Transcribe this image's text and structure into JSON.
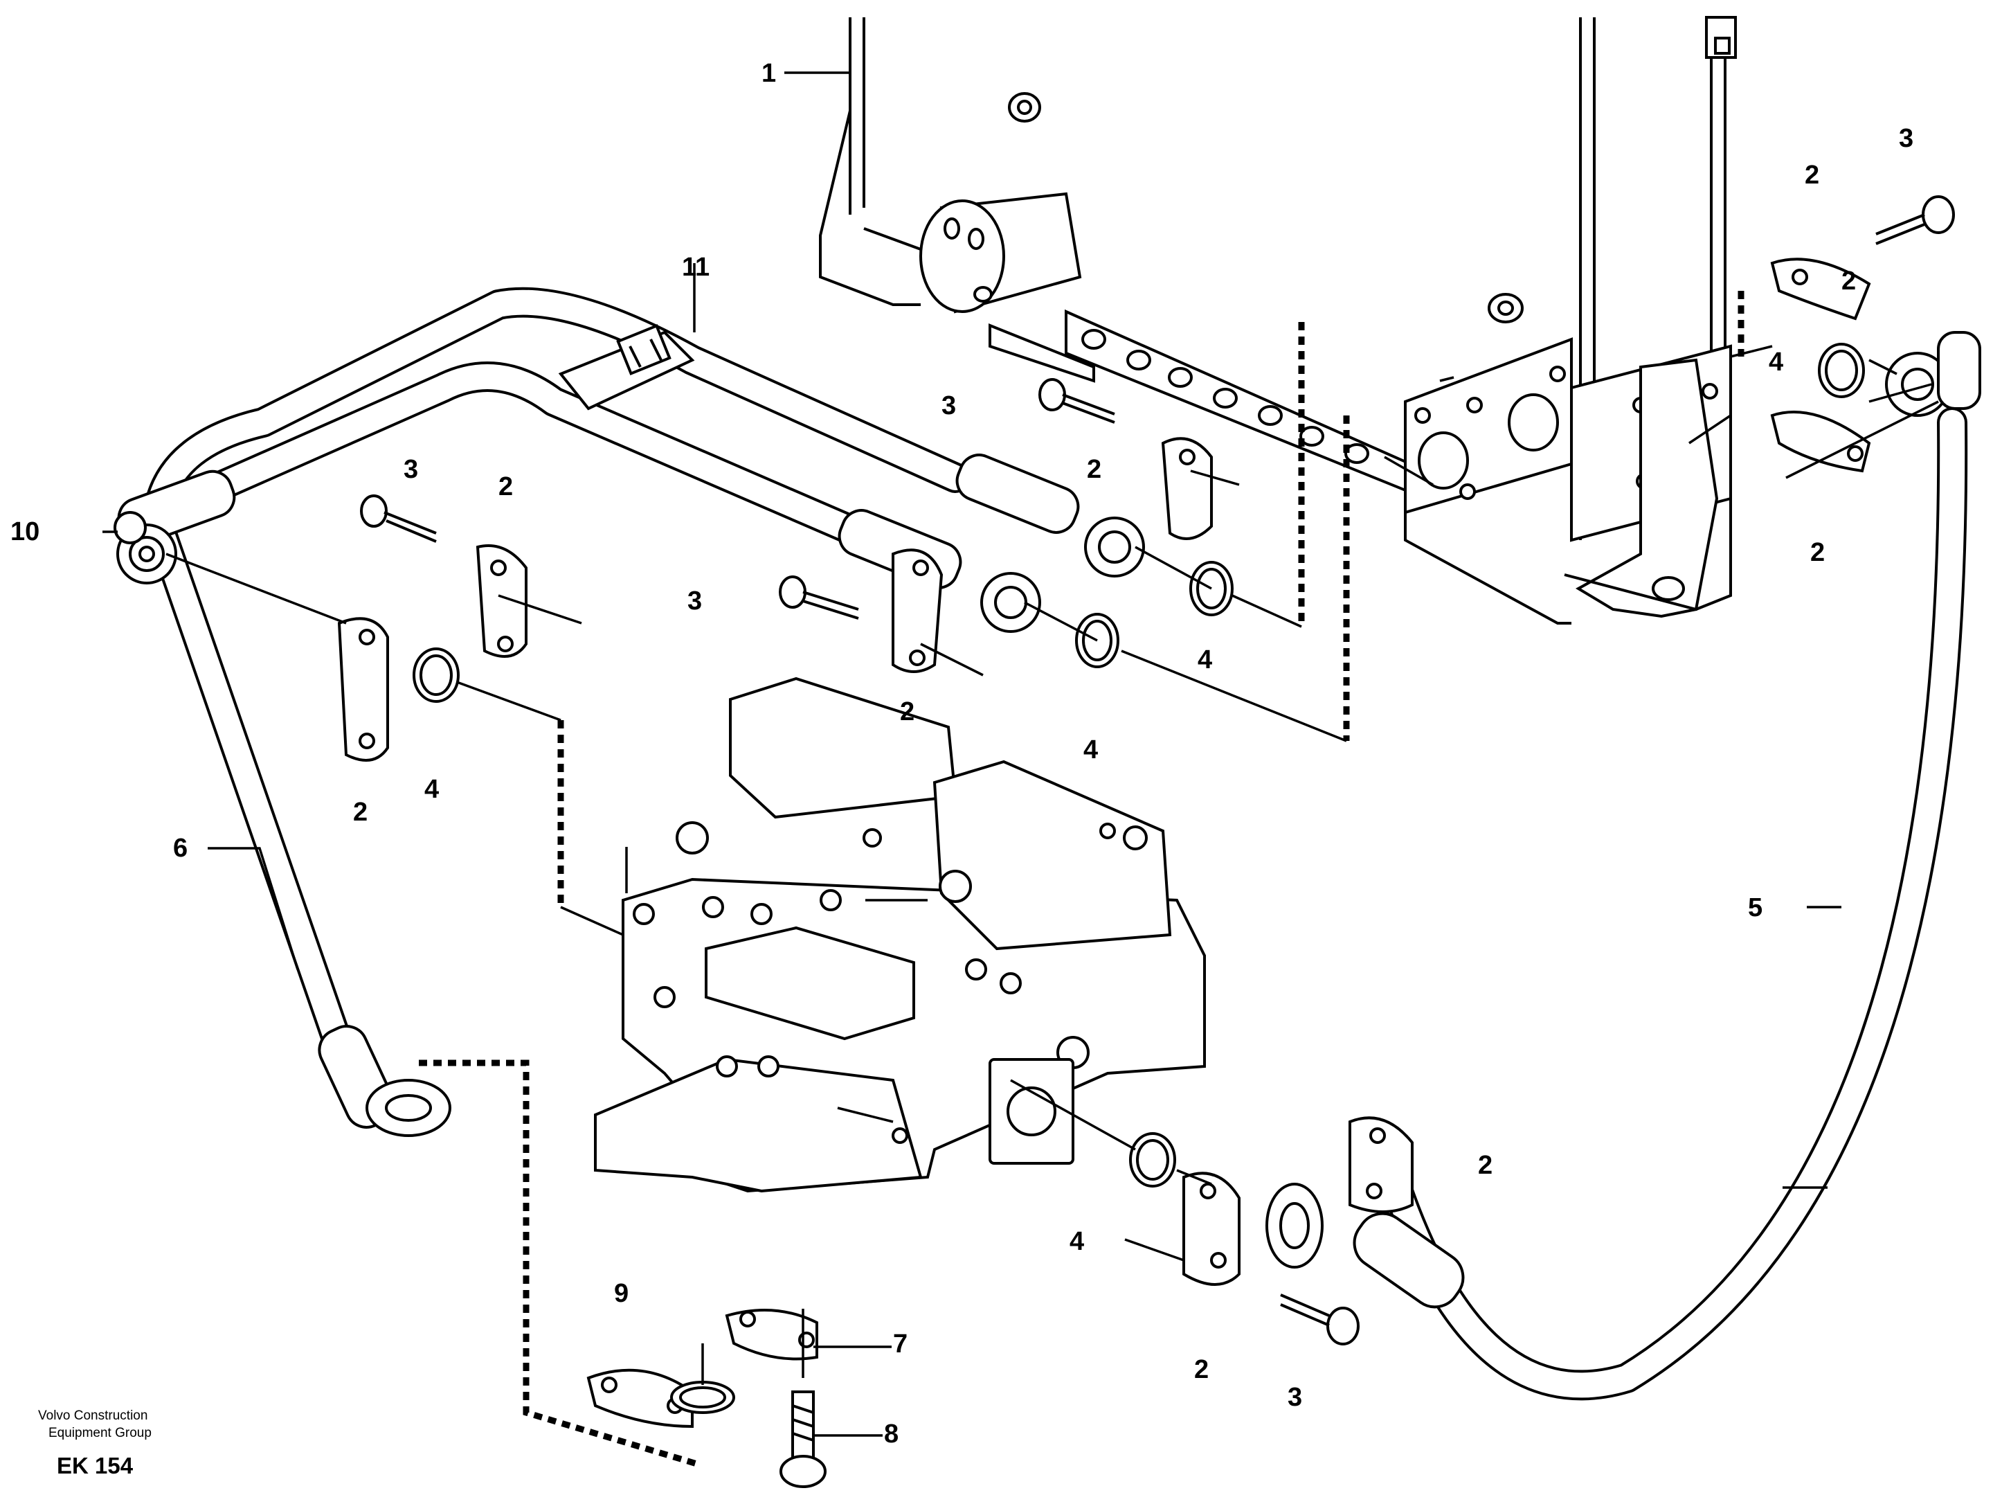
{
  "callouts": [
    {
      "id": "c1",
      "text": "1"
    },
    {
      "id": "c2a",
      "text": "2"
    },
    {
      "id": "c2b",
      "text": "2"
    },
    {
      "id": "c2c",
      "text": "2"
    },
    {
      "id": "c2d",
      "text": "2"
    },
    {
      "id": "c2e",
      "text": "2"
    },
    {
      "id": "c2f",
      "text": "2"
    },
    {
      "id": "c2g",
      "text": "2"
    },
    {
      "id": "c2h",
      "text": "2"
    },
    {
      "id": "c2i",
      "text": "2"
    },
    {
      "id": "c3a",
      "text": "3"
    },
    {
      "id": "c3b",
      "text": "3"
    },
    {
      "id": "c3c",
      "text": "3"
    },
    {
      "id": "c3d",
      "text": "3"
    },
    {
      "id": "c3e",
      "text": "3"
    },
    {
      "id": "c4a",
      "text": "4"
    },
    {
      "id": "c4b",
      "text": "4"
    },
    {
      "id": "c4c",
      "text": "4"
    },
    {
      "id": "c4d",
      "text": "4"
    },
    {
      "id": "c4e",
      "text": "4"
    },
    {
      "id": "c5",
      "text": "5"
    },
    {
      "id": "c6",
      "text": "6"
    },
    {
      "id": "c7",
      "text": "7"
    },
    {
      "id": "c8",
      "text": "8"
    },
    {
      "id": "c9",
      "text": "9"
    },
    {
      "id": "c10",
      "text": "10"
    },
    {
      "id": "c11",
      "text": "11"
    }
  ],
  "footer": {
    "line1": "Volvo Construction",
    "line2": "Equipment Group",
    "code": "EK 154"
  }
}
